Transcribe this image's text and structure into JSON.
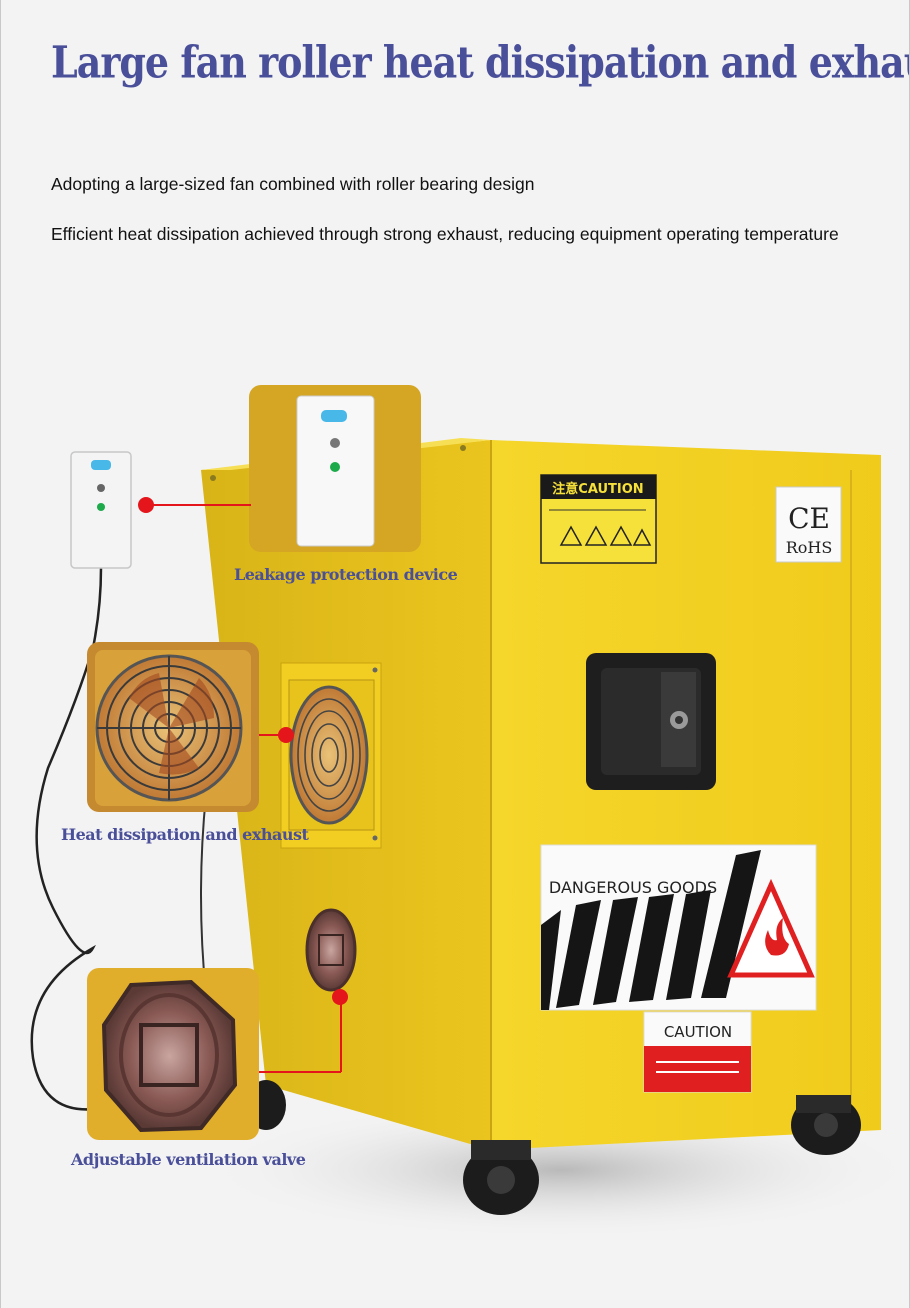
{
  "header": {
    "title": "Large fan roller heat dissipation and exhaust",
    "descriptions": [
      "Adopting a large-sized fan combined with roller bearing design",
      "Efficient heat dissipation achieved through strong exhaust, reducing equipment operating temperature"
    ]
  },
  "callouts": {
    "leakage": "Leakage protection device",
    "heat": "Heat dissipation and exhaust",
    "valve": "Adjustable ventilation valve"
  },
  "cabinet_labels": {
    "caution_top": "注意CAUTION",
    "ce": "CE",
    "rohs": "RoHS",
    "dangerous": "DANGEROUS GOODS",
    "caution_bottom": "CAUTION"
  },
  "colors": {
    "cabinet": "#f2cf21",
    "label_text": "#4a4f9a",
    "callout_dot": "#e4161b"
  }
}
